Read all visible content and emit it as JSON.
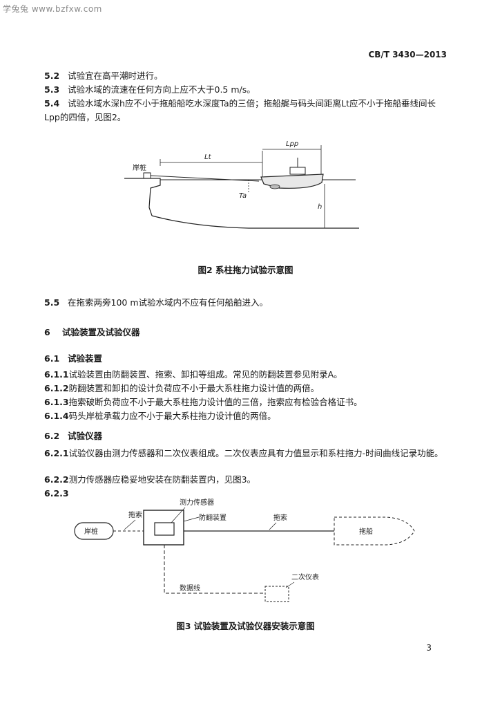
{
  "watermark": "学兔兔 www.bzfxw.com",
  "standard_code": "CB/T 3430—2013",
  "clauses": [
    {
      "num": "5.2",
      "text": "试验宜在高平潮时进行。"
    },
    {
      "num": "5.3",
      "text": "试验水域的流速在任何方向上应不大于0.5 m/s。"
    },
    {
      "num": "5.4",
      "text": "试验水域水深h应不小于拖船船吃水深度Ta的三倍；拖船艉与码头间距离Lt应不小于拖船垂线间长Lpp的四倍，见图2。"
    }
  ],
  "figure2": {
    "label_bank": "岸桩",
    "label_L1": "Lt",
    "label_Lpp": "Lpp",
    "label_Ta": "Ta",
    "label_h": "h",
    "caption": "图2  系柱拖力试验示意图"
  },
  "clause_5_5": {
    "num": "5.5",
    "text": "在拖索两旁100 m试验水域内不应有任何船舶进入。"
  },
  "section6": {
    "num": "6",
    "title": "试验装置及试验仪器"
  },
  "section6_1": {
    "num": "6.1",
    "title": "试验装置"
  },
  "clauses6_1": [
    {
      "num": "6.1.1",
      "text": "试验装置由防翻装置、拖索、卸扣等组成。常见的防翻装置参见附录A。"
    },
    {
      "num": "6.1.2",
      "text": "防翻装置和卸扣的设计负荷应不小于最大系柱拖力设计值的两倍。"
    },
    {
      "num": "6.1.3",
      "text": "拖索破断负荷应不小于最大系柱拖力设计值的三倍，拖索应有检验合格证书。"
    },
    {
      "num": "6.1.4",
      "text": "码头岸桩承载力应不小于最大系柱拖力设计值的两倍。"
    }
  ],
  "section6_2": {
    "num": "6.2",
    "title": "试验仪器"
  },
  "clauses6_2": [
    {
      "num": "6.2.1",
      "text": "试验仪器由测力传感器和二次仪表组成。二次仪表应具有力值显示和系柱拖力-时间曲线记录功能。"
    },
    {
      "num": "6.2.2",
      "text": "测力传感器应稳妥地安装在防翻装置内，见图3。"
    },
    {
      "num": "6.2.3",
      "text": ""
    }
  ],
  "figure3": {
    "label_bank": "岸桩",
    "label_rope_left": "拖索",
    "label_sensor": "测力传感器",
    "label_antiflip": "防翻装置",
    "label_rope_right": "拖索",
    "label_tug": "拖船",
    "label_cable": "数据线",
    "label_instrument": "二次仪表",
    "caption": "图3  试验装置及试验仪器安装示意图"
  },
  "page_number": "3"
}
